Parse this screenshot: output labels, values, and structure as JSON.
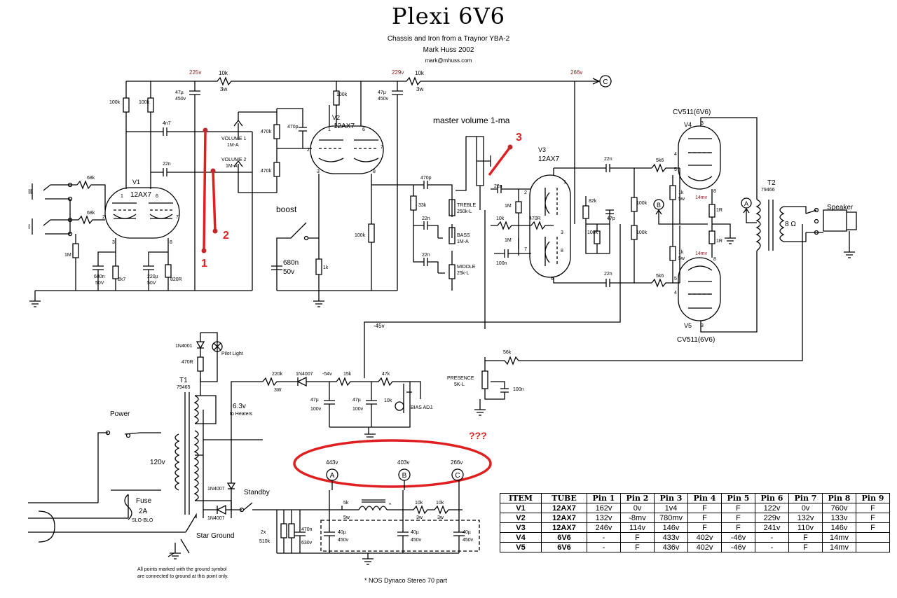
{
  "header": {
    "title": "Plexi 6V6",
    "subtitle": "Chassis and Iron from a Traynor YBA-2",
    "author": "Mark Huss 2002",
    "email": "mark@mhuss.com"
  },
  "voltages": {
    "v225": "225v",
    "v229": "229v",
    "v266": "266v",
    "neg45": "-45v",
    "neg54": "-54v",
    "a_val": "443v",
    "b_val": "403v",
    "c_val": "266v",
    "mv14a": "14mv",
    "mv14b": "14mv"
  },
  "node_letters": {
    "a": "A",
    "b": "B",
    "c": "C"
  },
  "tubes": {
    "v1": "V1",
    "v1_type": "12AX7",
    "v2": "V2",
    "v2_type": "12AX7",
    "v3": "V3",
    "v3_type": "12AX7",
    "v4": "V4",
    "v4_type": "CV511(6V6)",
    "v5": "V5",
    "v5_type": "CV511(6V6)"
  },
  "inputs": {
    "in_hi": "II",
    "in_lo": "I"
  },
  "controls": {
    "volume1": "VOLUME 1",
    "volume1_val": "1M-A",
    "volume2": "VOLUME 2",
    "volume2_val": "1M-A",
    "treble": "TREBLE",
    "treble_val": "250k-L",
    "bass": "BASS",
    "bass_val": "1M-A",
    "middle": "MIDDLE",
    "middle_val": "25k-L",
    "master": "master volume 1-ma",
    "presence": "PRESENCE",
    "presence_val": "5K-L",
    "bias": "BIAS ADJ.",
    "boost": "boost"
  },
  "power": {
    "t1": "T1",
    "t1_num": "79465",
    "t2": "T2",
    "t2_num": "79466",
    "power_label": "Power",
    "v120": "120v",
    "fuse": "Fuse",
    "fuse_val": "2A",
    "fuse_type": "SLO-BLO",
    "standby": "Standby",
    "star_ground": "Star Ground",
    "heaters": "6.3v",
    "heaters_note": "to Heaters",
    "pilot": "Pilot Light",
    "ground_note1": "All points marked with the ground symbol",
    "ground_note2": "are connected to ground at this point only.",
    "dynaco_note": "* NOS Dynaco Stereo 70 part",
    "speaker": "Speaker",
    "ohm8": "8 Ω",
    "d1": "1N4001",
    "d2": "1N4007",
    "d3": "1N4007",
    "d4": "1N4007"
  },
  "components": {
    "r10k3w_a": "10k",
    "r10k3w_a2": "3w",
    "r10k3w_b": "10k",
    "r10k3w_b2": "3w",
    "c47u_a": "47µ",
    "c47u_a2": "450v",
    "c47u_b": "47µ",
    "c47u_b2": "450v",
    "r100k_a": "100k",
    "r100k_b": "100k",
    "r100k_c": "100k",
    "c4n7": "4n7",
    "c22n_a": "22n",
    "r68k_a": "68k",
    "r68k_b": "68k",
    "r1m_a": "1M",
    "c680n_a": "680n",
    "c680n_a2": "50V",
    "r2k7": "2k7",
    "c220u": "220µ",
    "c220u2": "50V",
    "r820": "820R",
    "r470k_a": "470k",
    "r470k_b": "470k",
    "c470p_a": "470p",
    "c680n_b": "680n",
    "c680n_b2": "50v",
    "r1k_a": "1k",
    "r100k_d": "100k",
    "c470p_b": "470p",
    "r33k": "33k",
    "c22n_b": "22n",
    "c22n_c": "22n",
    "c22n_d": "22n",
    "r1m_b": "1M",
    "r10k_c": "10k",
    "r470r": "470R",
    "r1m_c": "1M",
    "c100n_a": "100n",
    "r82k": "82k",
    "c47p": "47p",
    "r100k_e": "100k",
    "r100k_f": "100k",
    "r100k_g": "100k",
    "c22n_e": "22n",
    "c22n_f": "22n",
    "r5k6_a": "5k6",
    "r5k6_b": "5k6",
    "r1k5w_a": "1k",
    "r1k5w_a2": "5w",
    "r1k5w_b": "1k",
    "r1k5w_b2": "5w",
    "r1r_a": "1R",
    "r1r_b": "1R",
    "r470r_b": "470R",
    "r56k": "56k",
    "c100n_b": "100n",
    "r220k": "220k",
    "r220k2": "3W",
    "r15k": "15k",
    "r47k": "47k",
    "c47u_c": "47µ",
    "c47u_c2": "100v",
    "c47u_d": "47µ",
    "c47u_d2": "100v",
    "r10k_bias": "10k",
    "r2x510k": "2x",
    "r2x510k2": "510k",
    "c470n": "470n",
    "c470n2": "630v",
    "c40u_a": "40µ",
    "c40u_a2": "450v",
    "r5k": "5k",
    "r5k2": "5w",
    "c40u_b": "40µ",
    "c40u_b2": "450v",
    "r10k3w_c": "10k",
    "r10k3w_c2": "3w",
    "r10k3w_d": "10k",
    "r10k3w_d2": "3w",
    "c40u_c": "40µ",
    "c40u_c2": "450v",
    "choke_star": "*"
  },
  "annotations": {
    "m1": "1",
    "m2": "2",
    "m3": "3",
    "qqq": "???"
  },
  "pins": {
    "p1": "1",
    "p2": "2",
    "p3": "3",
    "p6": "6",
    "p7": "7",
    "p8": "8",
    "q2": "2",
    "q3": "3",
    "q6": "6",
    "q7": "7",
    "q8": "8",
    "q1": "1",
    "r1": "1",
    "r2": "2",
    "r3": "3",
    "r6": "6",
    "r7": "7",
    "r8": "8",
    "s3": "3",
    "s4": "4",
    "s5": "5",
    "s8": "8",
    "t3": "3",
    "t4": "4",
    "t5": "5",
    "t8": "8"
  },
  "voltage_table": {
    "headers": [
      "ITEM",
      "TUBE",
      "Pin 1",
      "Pin 2",
      "Pin 3",
      "Pin 4",
      "Pin 5",
      "Pin 6",
      "Pin 7",
      "Pin 8",
      "Pin 9"
    ],
    "rows": [
      [
        "V1",
        "12AX7",
        "162v",
        "0v",
        "1v4",
        "F",
        "F",
        "122v",
        "0v",
        "760v",
        "F"
      ],
      [
        "V2",
        "12AX7",
        "132v",
        "-8mv",
        "780mv",
        "F",
        "F",
        "229v",
        "132v",
        "133v",
        "F"
      ],
      [
        "V3",
        "12AX7",
        "246v",
        "114v",
        "146v",
        "F",
        "F",
        "241v",
        "110v",
        "146v",
        "F"
      ],
      [
        "V4",
        "6V6",
        "-",
        "F",
        "433v",
        "402v",
        "-46v",
        "-",
        "F",
        "14mv",
        ""
      ],
      [
        "V5",
        "6V6",
        "-",
        "F",
        "436v",
        "402v",
        "-46v",
        "-",
        "F",
        "14mv",
        ""
      ]
    ]
  },
  "colors": {
    "annotation_red": "#e02020",
    "voltage_red": "#8b2020"
  }
}
